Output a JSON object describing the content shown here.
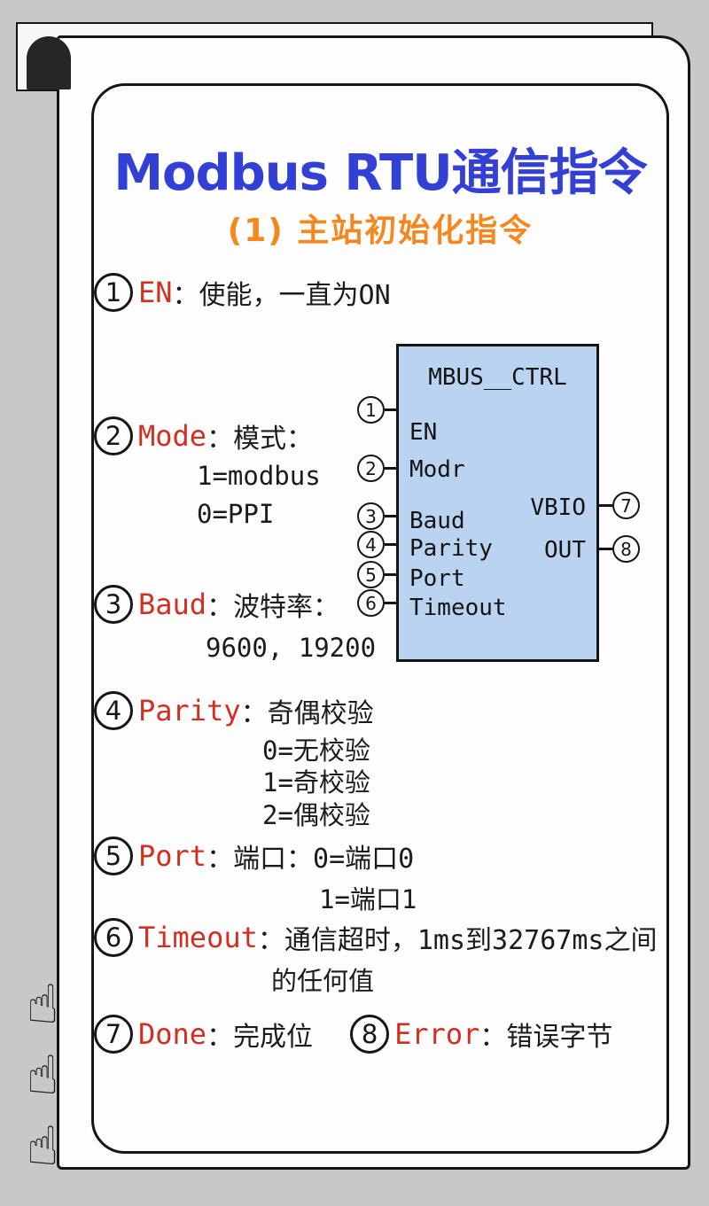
{
  "colors": {
    "background": "#c8c8c8",
    "page": "#fdfdfd",
    "title_blue": "#3340d6",
    "subtitle_orange": "#f6871f",
    "keyword_red": "#d22f23",
    "block_fill": "#b9d3f1",
    "line_black": "#141414"
  },
  "header": {
    "title": "Modbus RTU通信指令",
    "subtitle": "(1) 主站初始化指令"
  },
  "items": [
    {
      "num": "1",
      "keyword": "EN",
      "sep": "：",
      "desc": "使能，一直为ON",
      "subs": []
    },
    {
      "num": "2",
      "keyword": "Mode",
      "sep": "：",
      "desc": "模式：",
      "subs": [
        "1=modbus",
        "0=PPI"
      ]
    },
    {
      "num": "3",
      "keyword": "Baud",
      "sep": "：",
      "desc": "波特率：",
      "subs": [
        "9600, 19200"
      ]
    },
    {
      "num": "4",
      "keyword": "Parity",
      "sep": "：",
      "desc": "奇偶校验",
      "subs": [
        "0=无校验",
        "1=奇校验",
        "2=偶校验"
      ]
    },
    {
      "num": "5",
      "keyword": "Port",
      "sep": "：",
      "desc": "端口：0=端口0",
      "subs": [
        "1=端口1"
      ]
    },
    {
      "num": "6",
      "keyword": "Timeout",
      "sep": "：",
      "desc": "通信超时，1ms到32767ms之间",
      "subs": [
        "的任何值"
      ]
    },
    {
      "num": "7",
      "keyword": "Done",
      "sep": "：",
      "desc": "完成位",
      "subs": []
    },
    {
      "num": "8",
      "keyword": "Error",
      "sep": "：",
      "desc": "错误字节",
      "subs": []
    }
  ],
  "block": {
    "title": "MBUS__CTRL",
    "inputs": [
      {
        "num": "1",
        "label": "EN"
      },
      {
        "num": "2",
        "label": "Modr"
      },
      {
        "num": "3",
        "label": "Baud"
      },
      {
        "num": "4",
        "label": "Parity"
      },
      {
        "num": "5",
        "label": "Port"
      },
      {
        "num": "6",
        "label": "Timeout"
      }
    ],
    "outputs": [
      {
        "num": "7",
        "label": "VBIO"
      },
      {
        "num": "8",
        "label": "OUT"
      }
    ]
  },
  "decor": {
    "hand_icon": "☝"
  }
}
